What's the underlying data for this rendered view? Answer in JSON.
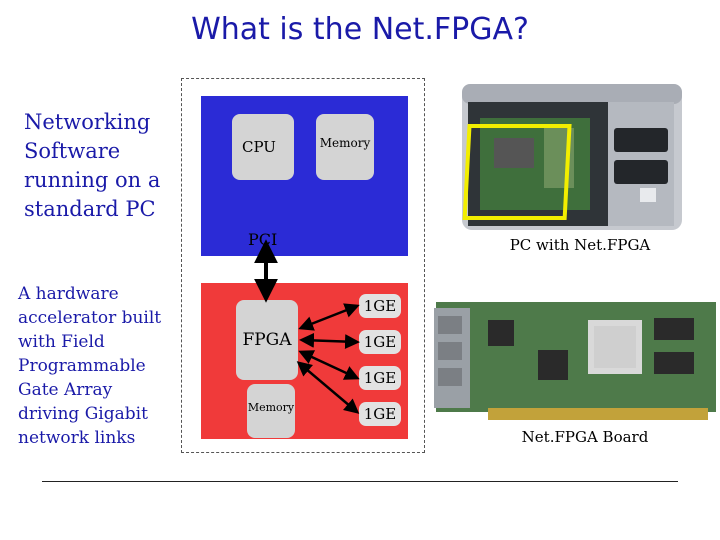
{
  "title": "What is the Net.FPGA?",
  "left_text": {
    "software": "Networking Software running on a standard PC",
    "hardware": "A hardware accelerator built with Field Programmable Gate Array driving Gigabit network links"
  },
  "pc_block": {
    "cpu_label": "CPU",
    "memory_label": "Memory",
    "pci_label": "PCI"
  },
  "fpga_block": {
    "fpga_label": "FPGA",
    "memory_label": "Memory",
    "ports": [
      "1GE",
      "1GE",
      "1GE",
      "1GE"
    ]
  },
  "captions": {
    "pc": "PC with Net.FPGA",
    "board": "Net.FPGA Board"
  },
  "colors": {
    "title_text": "#1a1aa8",
    "pc_block": "#2b2bd6",
    "fpga_block": "#f03a3a",
    "highlight": "#f2ee00"
  }
}
